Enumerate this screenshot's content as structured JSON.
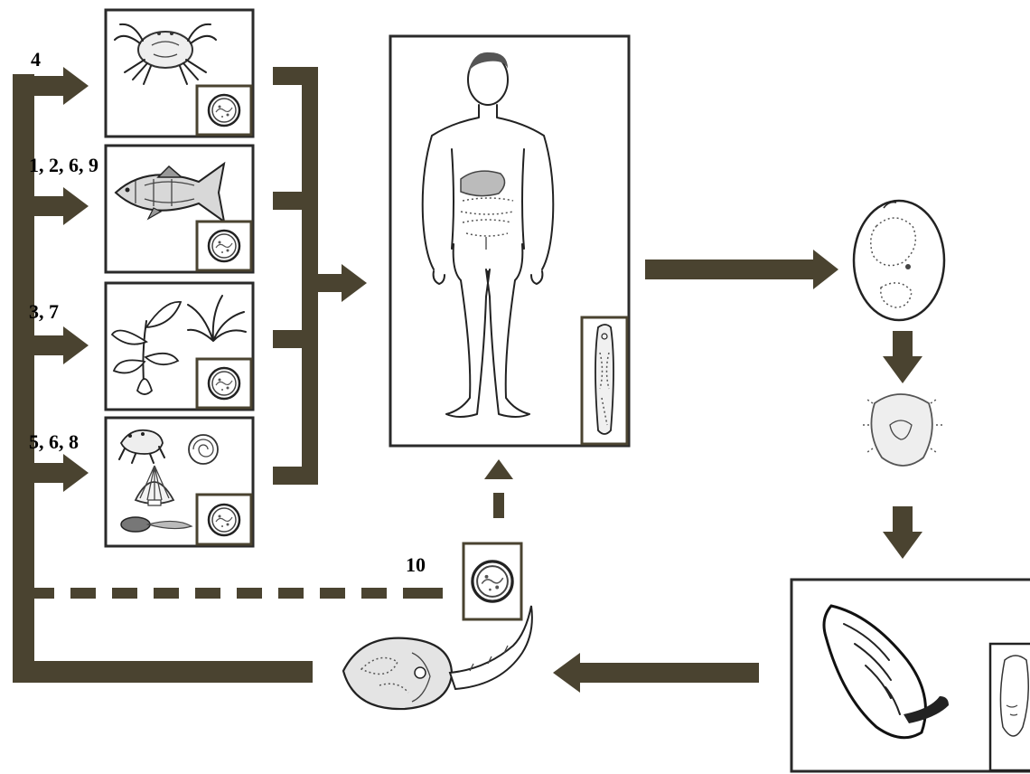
{
  "colors": {
    "arrow": "#4a4330",
    "box_border": "#2a2a2a",
    "background": "#ffffff"
  },
  "labels": {
    "crab_route": "4",
    "fish_route": "1, 2, 6, 9",
    "plant_route": "3, 7",
    "misc_route": "5, 6, 8",
    "cyst_route": "10"
  },
  "icons": [
    "crab-icon",
    "fish-icon",
    "plant-icon",
    "frog-icon",
    "snail-shell-icon",
    "scallop-icon",
    "tadpole-icon",
    "metacercaria-cyst-icon",
    "human-body-icon",
    "adult-fluke-icon",
    "egg-icon",
    "miracidium-icon",
    "snail-host-icon",
    "sporocyst-icon",
    "cercaria-icon"
  ]
}
